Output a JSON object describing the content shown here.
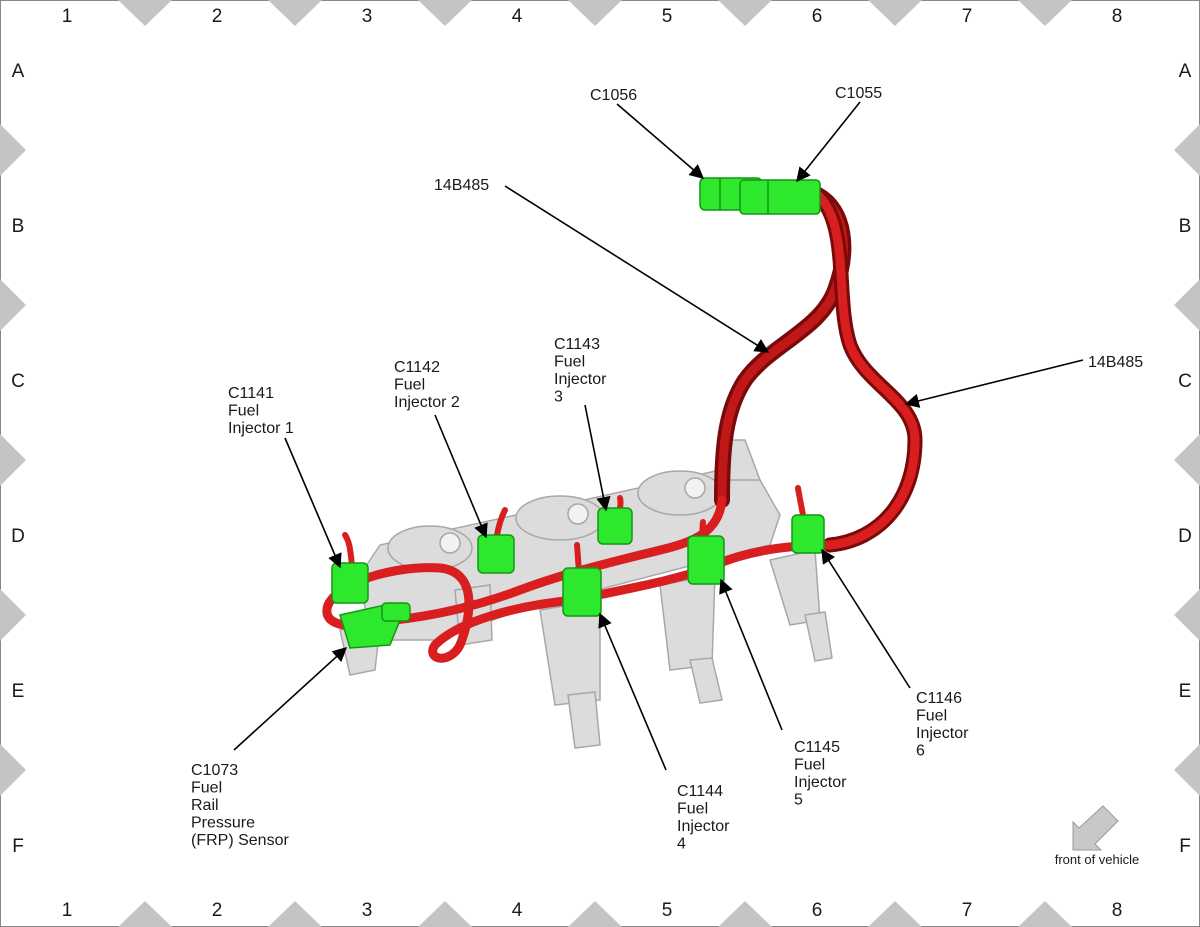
{
  "grid": {
    "columns": [
      "1",
      "2",
      "3",
      "4",
      "5",
      "6",
      "7",
      "8"
    ],
    "rows": [
      "A",
      "B",
      "C",
      "D",
      "E",
      "F"
    ]
  },
  "colors": {
    "harness": "#d81e1e",
    "harness_dark": "#5a0505",
    "connector": "#2ee82e",
    "connector_edge": "#159615",
    "component": "#d9d9d9",
    "border_marker": "#c4c4c4",
    "arrow_icon": "#c8c8c8"
  },
  "callouts": {
    "c1056": [
      "C1056"
    ],
    "c1055": [
      "C1055"
    ],
    "harness_upper": [
      "14B485"
    ],
    "harness_right": [
      "14B485"
    ],
    "c1143": [
      "C1143",
      "Fuel",
      "Injector",
      "3"
    ],
    "c1142": [
      "C1142",
      "Fuel",
      "Injector 2"
    ],
    "c1141": [
      "C1141",
      "Fuel",
      "Injector 1"
    ],
    "c1073": [
      "C1073",
      "Fuel",
      "Rail",
      "Pressure",
      "(FRP) Sensor"
    ],
    "c1144": [
      "C1144",
      "Fuel",
      "Injector",
      "4"
    ],
    "c1145": [
      "C1145",
      "Fuel",
      "Injector",
      "5"
    ],
    "c1146": [
      "C1146",
      "Fuel",
      "Injector",
      "6"
    ]
  },
  "orientation": {
    "icon": "front-arrow-icon",
    "label": "front of vehicle"
  }
}
